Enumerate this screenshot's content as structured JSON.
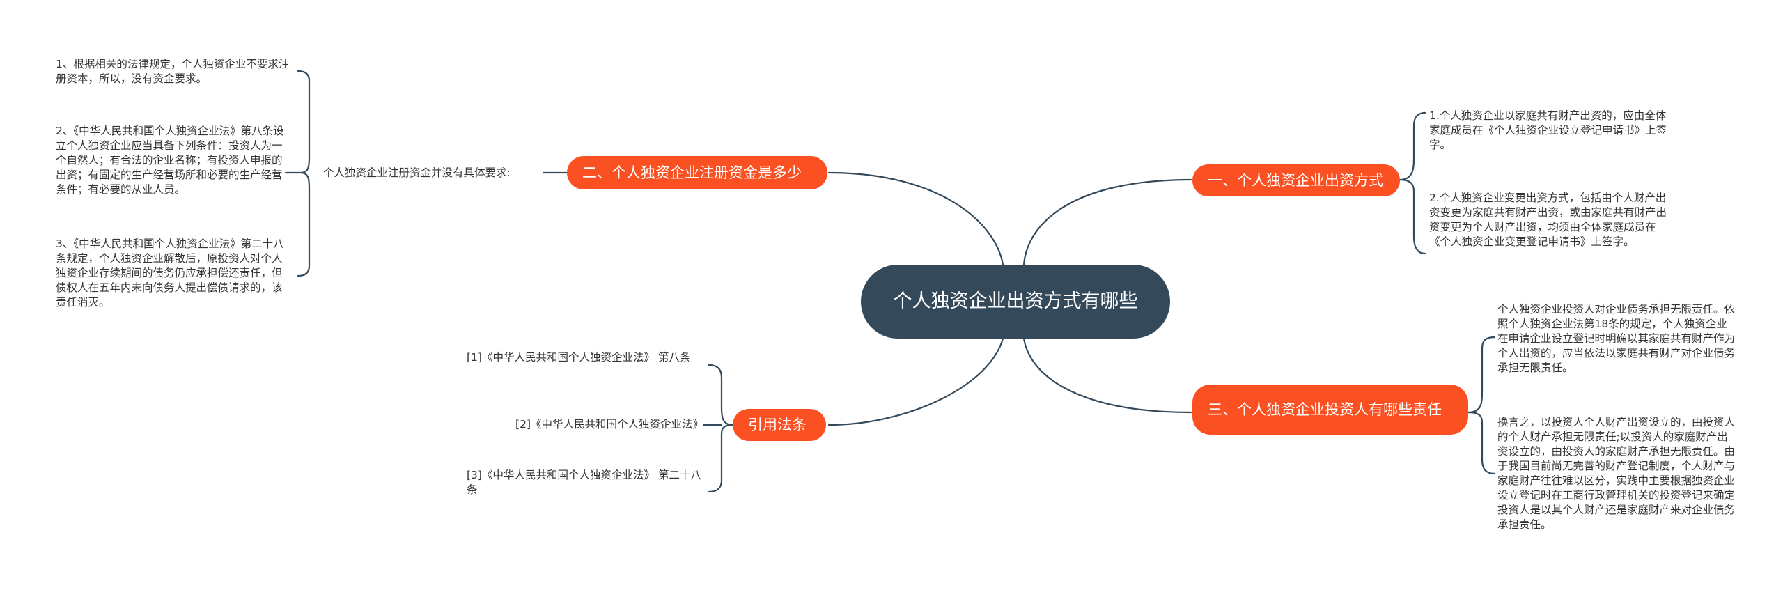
{
  "central": {
    "title": "个人独资企业出资方式有哪些"
  },
  "branches": {
    "b1": {
      "label": "一、个人独资企业出资方式",
      "leaves": [
        "1.个人独资企业以家庭共有财产出资的，应由全体家庭成员在《个人独资企业设立登记申请书》上签字。",
        "2.个人独资企业变更出资方式，包括由个人财产出资变更为家庭共有财产出资，或由家庭共有财产出资变更为个人财产出资，均须由全体家庭成员在《个人独资企业变更登记申请书》上签字。"
      ]
    },
    "b2": {
      "label": "二、个人独资企业注册资金是多少",
      "mid": "个人独资企业注册资金并没有具体要求:",
      "leaves": [
        "1、根据相关的法律规定，个人独资企业不要求注册资本，所以，没有资金要求。",
        "2、《中华人民共和国个人独资企业法》第八条设立个人独资企业应当具备下列条件：投资人为一个自然人；有合法的企业名称；有投资人申报的出资；有固定的生产经营场所和必要的生产经营条件；有必要的从业人员。",
        "3、《中华人民共和国个人独资企业法》第二十八条规定，个人独资企业解散后，原投资人对个人独资企业存续期间的债务仍应承担偿还责任，但债权人在五年内未向债务人提出偿债请求的，该责任消灭。"
      ]
    },
    "b3": {
      "label": "三、个人独资企业投资人有哪些责任",
      "leaves": [
        "个人独资企业投资人对企业债务承担无限责任。依照个人独资企业法第18条的规定，个人独资企业在申请企业设立登记时明确以其家庭共有财产作为个人出资的，应当依法以家庭共有财产对企业债务承担无限责任。",
        "换言之，以投资人个人财产出资设立的，由投资人的个人财产承担无限责任;以投资人的家庭财产出资设立的，由投资人的家庭财产承担无限责任。由于我国目前尚无完善的财产登记制度，个人财产与家庭财产往往难以区分，实践中主要根据独资企业设立登记时在工商行政管理机关的投资登记来确定投资人是以其个人财产还是家庭财产来对企业债务承担责任。"
      ]
    },
    "b4": {
      "label": "引用法条",
      "leaves": [
        "[1]《中华人民共和国个人独资企业法》 第八条",
        "[2]《中华人民共和国个人独资企业法》",
        "[3]《中华人民共和国个人独资企业法》 第二十八条"
      ]
    }
  },
  "colors": {
    "central_bg": "#34495a",
    "branch_bg": "#fb5022",
    "connector": "#34495a",
    "text": "#333333"
  }
}
